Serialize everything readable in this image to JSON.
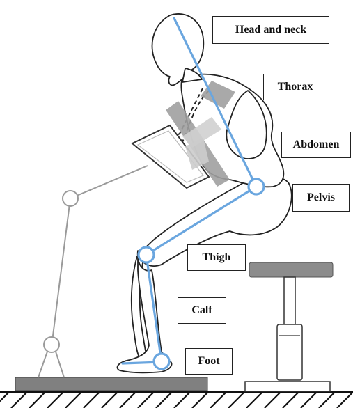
{
  "labels": {
    "head_and_neck": "Head and neck",
    "thorax": "Thorax",
    "abdomen": "Abdomen",
    "pelvis": "Pelvis",
    "thigh": "Thigh",
    "calf": "Calf",
    "foot": "Foot"
  },
  "colors": {
    "skeleton_line": "#6aa6df",
    "outline": "#222222",
    "support_rig": "#9a9a9a",
    "belt": "#a0a0a0",
    "platform": "#808080",
    "stool_seat": "#8c8c8c"
  }
}
